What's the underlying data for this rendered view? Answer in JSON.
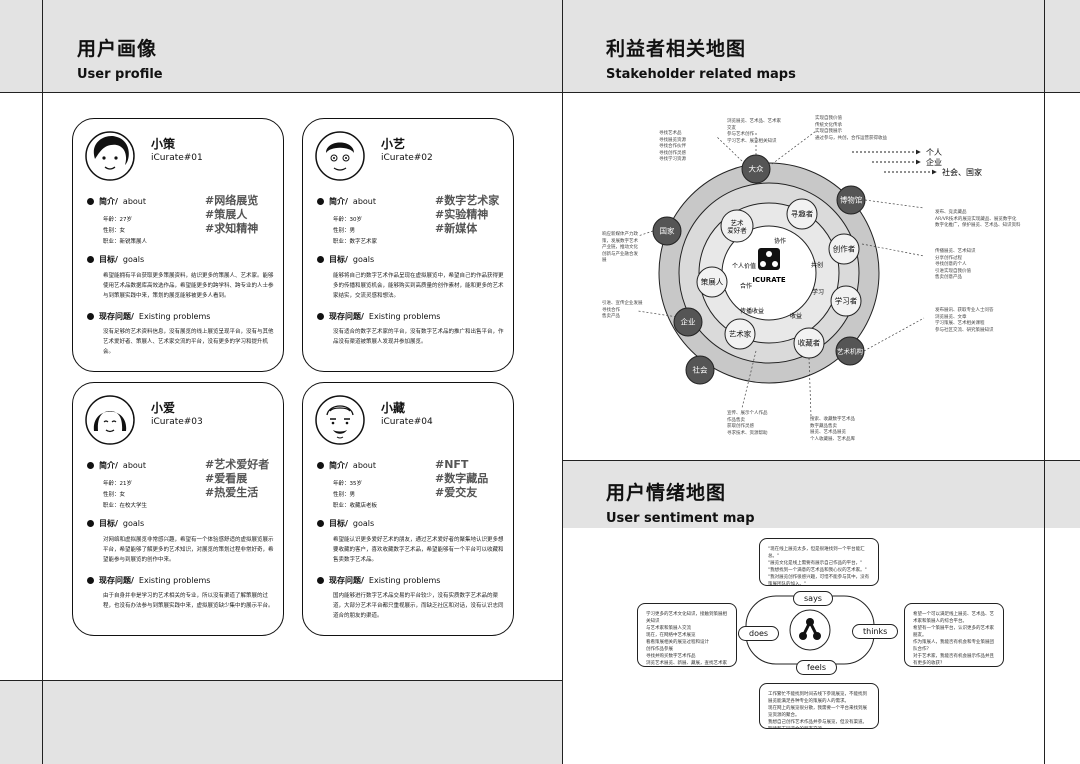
{
  "sections": {
    "user_profile": {
      "zh": "用户画像",
      "en": "User profile"
    },
    "stakeholder": {
      "zh": "利益者相关地图",
      "en": "Stakeholder related maps"
    },
    "sentiment": {
      "zh": "用户情绪地图",
      "en": "User sentiment map"
    }
  },
  "cards": [
    {
      "name": "小策",
      "id": "iCurate#01",
      "avatar_icon": "curly-hair-woman-face-icon",
      "about_label": "简介/",
      "about_en": "about",
      "facts": [
        "年龄：27岁",
        "性别：女",
        "职业：新锐策展人"
      ],
      "tags": [
        "#网络展览",
        "#策展人",
        "#求知精神"
      ],
      "goals_label": "目标/",
      "goals_en": "goals",
      "goals_text": "希望能拥有平台获取更多策展资料，结识更多的策展人、艺术家。能够使用艺术品数据库高效选作品，希望能更多的跨学科、跨专业的人士参与到策展实践中来，策划的展览能够被更多人看到。",
      "problem_label": "现存问题/",
      "problem_en": "Existing problems",
      "problem_text": "没有足够的艺术资料信息，没有展览的线上展览呈现平台，没有与其他艺术爱好者、策展人、艺术家交流的平台，没有更多的学习和提升机会。"
    },
    {
      "name": "小艺",
      "id": "iCurate#02",
      "avatar_icon": "man-face-icon",
      "about_label": "简介/",
      "about_en": "about",
      "facts": [
        "年龄：30岁",
        "性别：男",
        "职业：数字艺术家"
      ],
      "tags": [
        "#数字艺术家",
        "#实验精神",
        "#新媒体"
      ],
      "goals_label": "目标/",
      "goals_en": "goals",
      "goals_text": "能够将自己的数字艺术作品呈现在虚拟展览中，希望自己的作品获得更多的传播和展览机会，能够购买到高质量的创作素材，能和更多的艺术家结实，交流灵感和想法。",
      "problem_label": "现存问题/",
      "problem_en": "Existing problems",
      "problem_text": "没有适合的数字艺术家的平台，没有数字艺术品的推广和出售平台，作品没有渠道被策展人发现并参加展览。"
    },
    {
      "name": "小爱",
      "id": "iCurate#03",
      "avatar_icon": "bob-hair-woman-face-icon",
      "about_label": "简介/",
      "about_en": "about",
      "facts": [
        "年龄：21岁",
        "性别：女",
        "职业：在校大学生"
      ],
      "tags": [
        "#艺术爱好者",
        "#爱看展",
        "#热爱生活"
      ],
      "goals_label": "目标/",
      "goals_en": "goals",
      "goals_text": "对网络和虚拟展览非常感兴趣，希望有一个体验感舒适的虚拟展览展示平台，希望能够了解更多的艺术知识，对展览的策划过程非常好奇，希望能参与到展览的创作中来。",
      "problem_label": "现存问题/",
      "problem_en": "Existing problems",
      "problem_text": "由于自身并非是学习的艺术相关的专业，所以没有渠道了解策展的过程，也没有办法参与到策展实践中来，虚拟展览缺少集中的展示平台。"
    },
    {
      "name": "小藏",
      "id": "iCurate#04",
      "avatar_icon": "old-man-face-icon",
      "about_label": "简介/",
      "about_en": "about",
      "facts": [
        "年龄：35岁",
        "性别：男",
        "职业：收藏店老板"
      ],
      "tags": [
        "#NFT",
        "#数字藏品",
        "#爱交友"
      ],
      "goals_label": "目标/",
      "goals_en": "goals",
      "goals_text": "希望能认识更多爱好艺术的朋友，通过艺术爱好者的聚集地认识更多想要收藏的客户，喜欢收藏数字艺术品，希望能够有一个平台可以收藏和售卖数字艺术品。",
      "problem_label": "现存问题/",
      "problem_en": "Existing problems",
      "problem_text": "国内能够进行数字艺术品交易的平台较少，没有实质数字艺术品的渠道，大部分艺术平台都只重视展示，而缺乏社区和对话，没有认识志同道合的朋友的渠道。"
    }
  ],
  "stakeholder_map": {
    "center_logo": "ICURATE",
    "legend": [
      "个人",
      "企业",
      "社会、国家"
    ],
    "inner_labels": [
      "协作",
      "个人价值",
      "共创",
      "合作",
      "学习",
      "传播收益",
      "收益"
    ],
    "nodes": {
      "dazhong": "大众",
      "guojia": "国家",
      "bowuguan": "博物馆",
      "qiye": "企业",
      "shehui": "社会",
      "yishujigou": "艺术机构",
      "yishuaihaozhe": "艺术爱好者",
      "xunzhaozhe": "寻趣者",
      "chuangzuozhe": "创作者",
      "cezhanren": "策展人",
      "xuexizhe": "学习者",
      "yishujia": "艺术家",
      "shoucangzhe": "收藏者"
    },
    "notes": {
      "n1": "寻找艺术品\n寻找展览资源\n寻找合作伙伴\n寻找创作灵感\n寻找学习资源",
      "n2": "浏览展览、艺术品、艺术家\n交友\n参与艺术创作\n学习艺术、展览相关知识",
      "n3": "实现自我价值\n传统文化传承\n实现自我展示\n通过参与，共创，合作运营获得收益",
      "n4": "发布、竞卖藏品\nAR/VR技术的展览实现藏品、展览数字化\n数字化推广，保护展览、艺术品、知识资料",
      "n5": "响应新媒体产力政策，发展数字艺术产业链，推动文化创新与产业融合发展",
      "n6": "传播展览、艺术知识\n分享创作过程\n寻找创意的个人\n引进实现自我价值\n售卖创意产品",
      "n7": "引进、宣传企业发展\n寻找合作\n售卖产品",
      "n8": "发布展讯、获取专业人士问答\n浏览展览、文章\n学习策展、艺术相关课程\n参与社区交流、研究策展知识",
      "n9": "宣传、展示个人作品\n作品售卖\n获取创作灵感\n寻求技术、资源帮助",
      "n10": "搜索、收藏数字艺术品\n数字藏品售卖\n展览、艺术品展览\n个人收藏展、艺术品库"
    }
  },
  "sentiment_map": {
    "says": "says",
    "does": "does",
    "thinks": "thinks",
    "feels": "feels",
    "box_top": "\"现在线上展览太多，但是很难找到一个平台能汇总。\"\n\"展览文化是线上需要有展示自己作品的平台，\"\n\"我想找到一个满意的艺术品和我心仪的艺术家。\"\n\"我对展览创作很感兴趣，可惜不能参与其中，没有策展团队的加入。\"",
    "box_left": "学习更多的艺术文化知识，接触到策展相关知识\n与艺术家和策展人交流\n现在，在网络中艺术展览\n看看策展相关的展览过程和设计\n创作作品参展\n寻找并购买数字艺术作品\n浏览艺术展览、新展、藏展，查找艺术家作品\n思考展览内容与艺术活动",
    "box_right": "希望一个可以满足线上展览、艺术品、艺术家和策展人的综合平台。\n希望有一个策展平台，认识更多的艺术家朋友。\n作为策展人，我能否有机会和专业策展团队合作？\n对于艺术家，我能否有机会展示作品并且有更多的收获？\n作为收藏者，有没有一个平台能够让我认识更多志同道合的朋友？",
    "box_bottom": "工作繁忙不能找到时间去线下参观展览，不能找到展览能满足各种专业的策展的人的需求。\n现在网上的展览很分散，我需要一个平台来找到展览资源的聚合。\n我想自己创作艺术作品并参与展览，但没有渠道。\n期待和志同道合的朋友交流。\n希望可以和专业人士学习更多知识。"
  }
}
